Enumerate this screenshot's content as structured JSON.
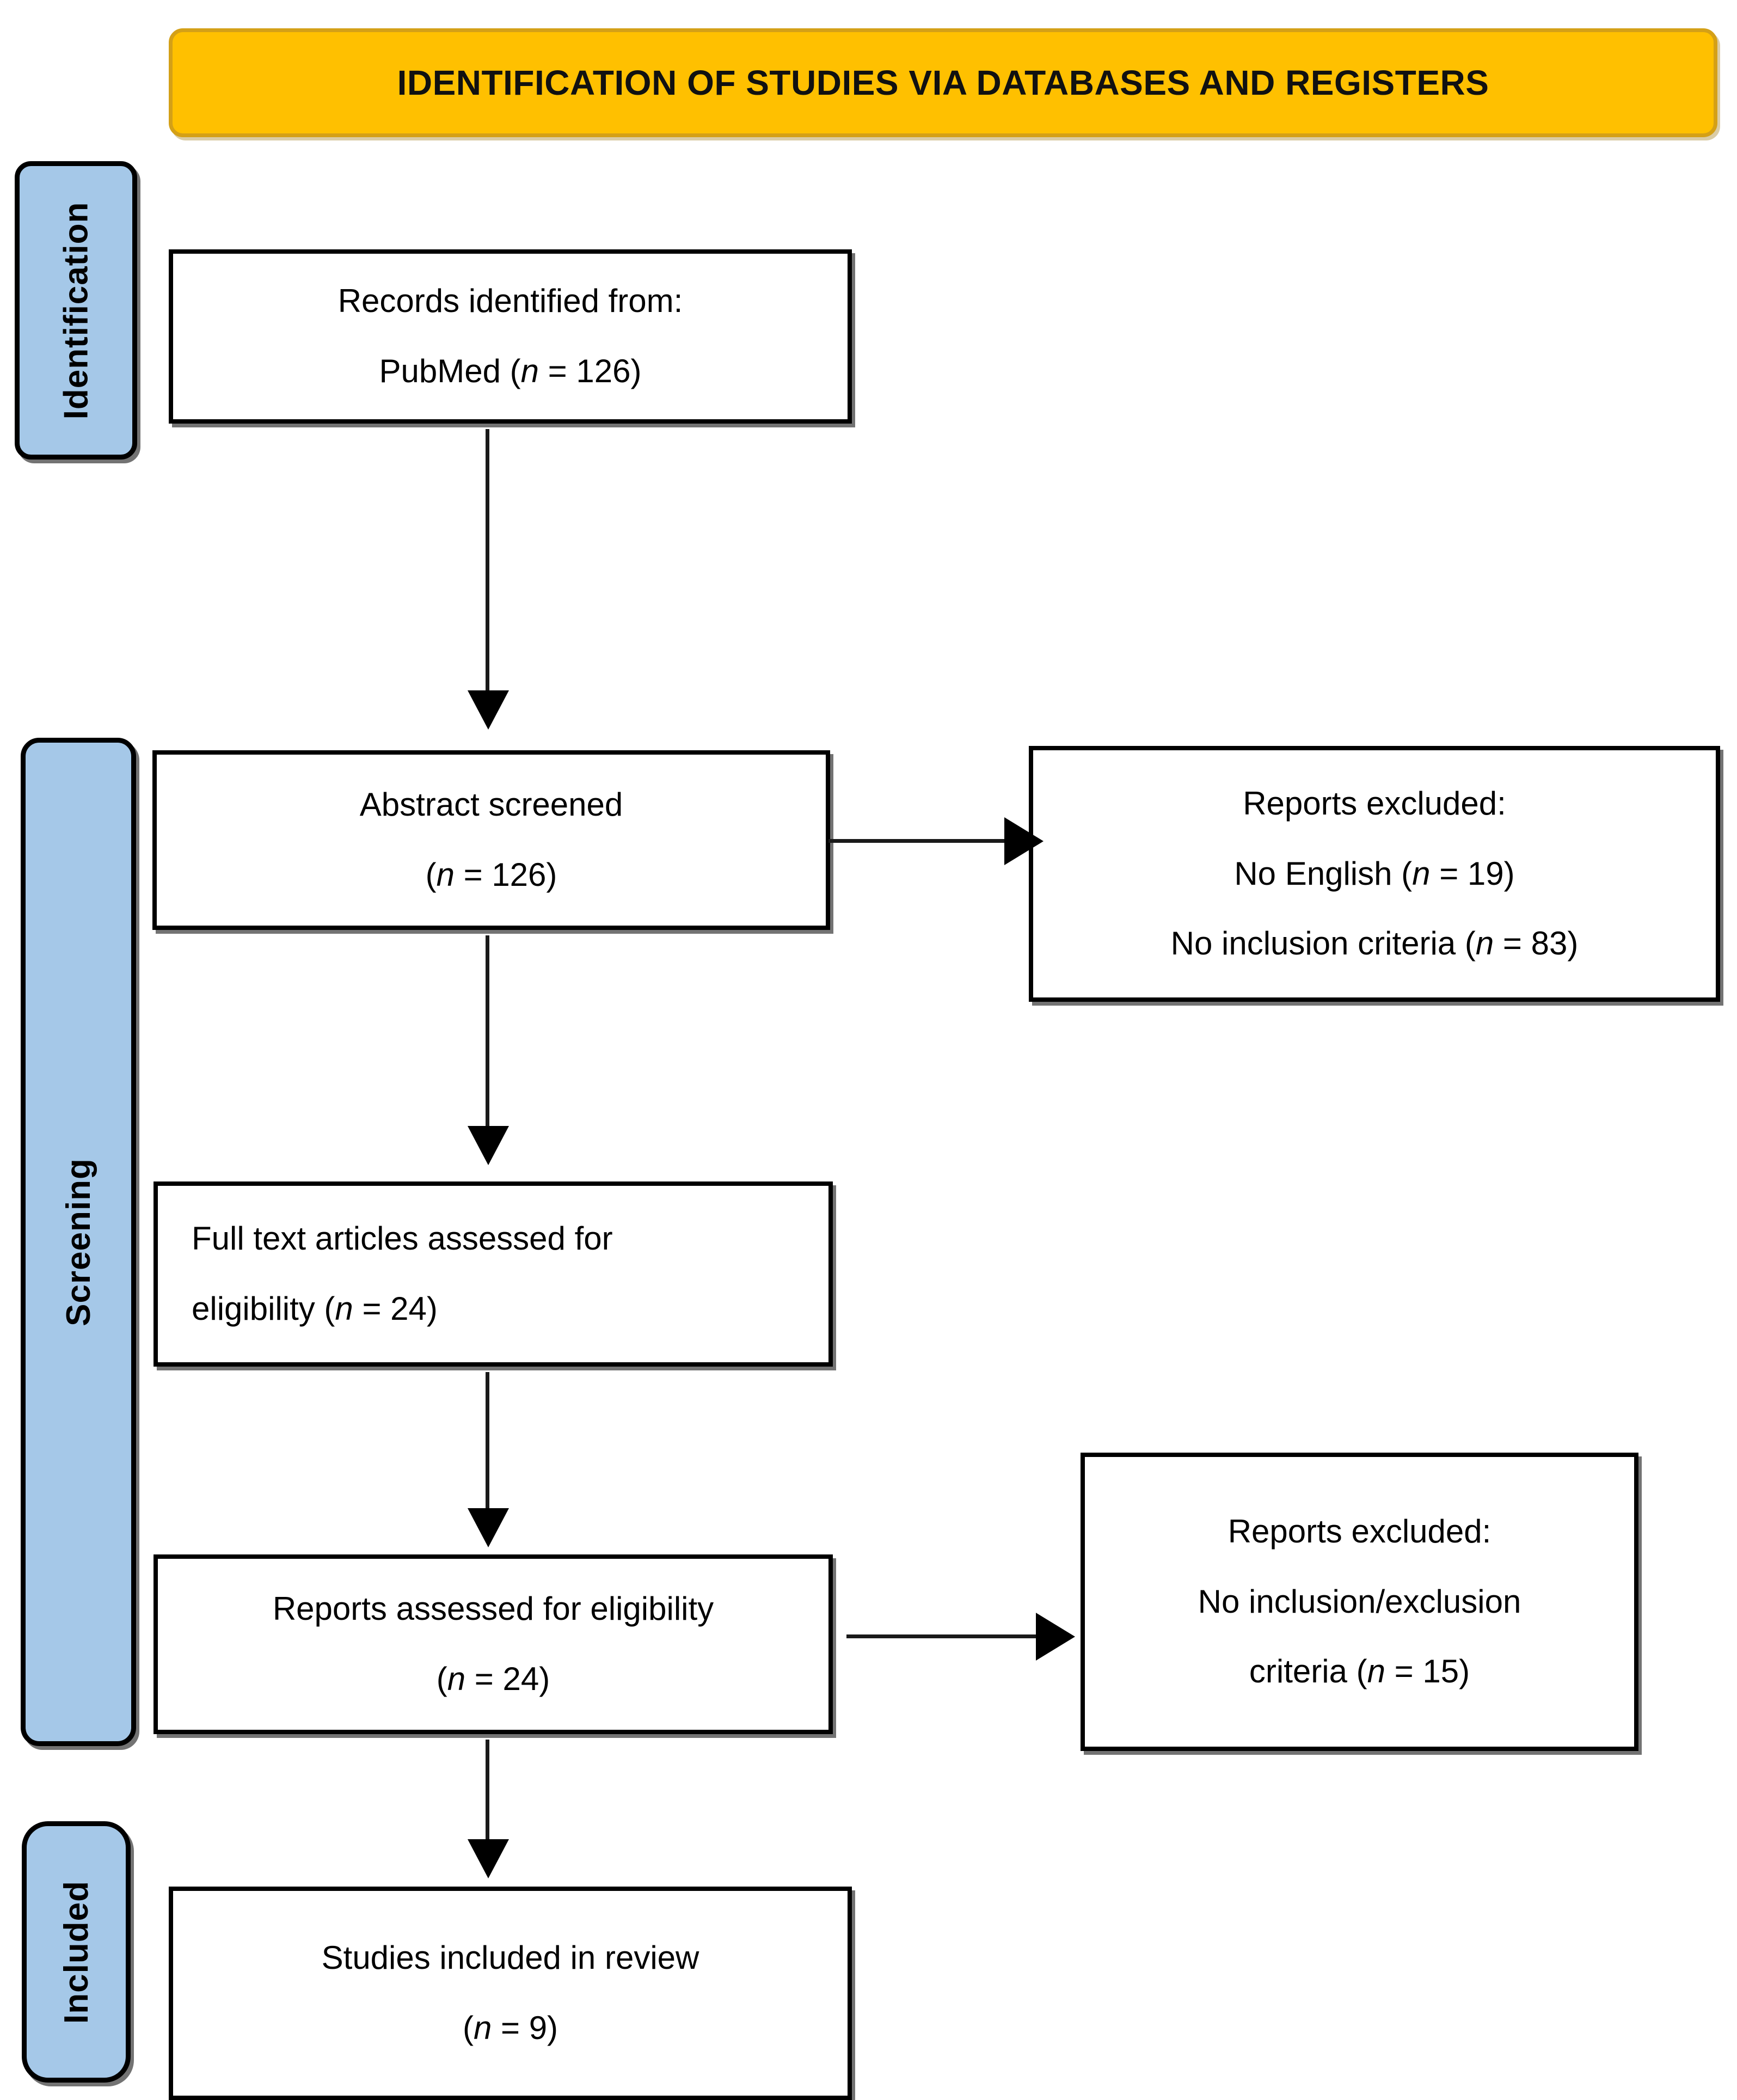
{
  "header": {
    "title": "IDENTIFICATION OF STUDIES VIA DATABASES AND REGISTERS",
    "fill_color": "#FFC000",
    "border_color": "#D4A017"
  },
  "stages": [
    {
      "id": "identification",
      "label": "Identification",
      "fill_color": "#A5C8E8"
    },
    {
      "id": "screening",
      "label": "Screening",
      "fill_color": "#A5C8E8"
    },
    {
      "id": "included",
      "label": "Included",
      "fill_color": "#A5C8E8"
    }
  ],
  "boxes": {
    "identified": {
      "line1": "Records identified from:",
      "line2_pre": "PubMed (",
      "line2_n": "n",
      "line2_post": " = 126)"
    },
    "abstract_screened": {
      "line1": "Abstract screened",
      "line2_pre": "(",
      "line2_n": "n",
      "line2_post": " = 126)"
    },
    "excluded_1": {
      "line1": "Reports excluded:",
      "line2_pre": "No English (",
      "line2_n": "n",
      "line2_post": " = 19)",
      "line3_pre": "No inclusion criteria (",
      "line3_n": "n",
      "line3_post": " = 83)"
    },
    "full_text": {
      "line1": "Full text articles assessed for",
      "line2_pre": "eligibility (",
      "line2_n": "n",
      "line2_post": " = 24)"
    },
    "reports_assessed": {
      "line1": "Reports assessed for eligibility",
      "line2_pre": "(",
      "line2_n": "n",
      "line2_post": " = 24)"
    },
    "excluded_2": {
      "line1": "Reports excluded:",
      "line2": "No inclusion/exclusion",
      "line3_pre": "criteria (",
      "line3_n": "n",
      "line3_post": " = 15)"
    },
    "included": {
      "line1": "Studies included in review",
      "line2_pre": "(",
      "line2_n": "n",
      "line2_post": " = 9)"
    }
  },
  "chart_data": {
    "type": "diagram",
    "title": "IDENTIFICATION OF STUDIES VIA DATABASES AND REGISTERS",
    "diagram_kind": "PRISMA flow diagram",
    "nodes": [
      {
        "id": "identified",
        "stage": "Identification",
        "label": "Records identified from: PubMed",
        "n": 126
      },
      {
        "id": "abstract_screened",
        "stage": "Screening",
        "label": "Abstract screened",
        "n": 126
      },
      {
        "id": "excluded_1",
        "stage": "Screening",
        "label": "Reports excluded: No English",
        "n": 19
      },
      {
        "id": "excluded_1b",
        "stage": "Screening",
        "label": "Reports excluded: No inclusion criteria",
        "n": 83
      },
      {
        "id": "full_text",
        "stage": "Screening",
        "label": "Full text articles assessed for eligibility",
        "n": 24
      },
      {
        "id": "reports_assessed",
        "stage": "Screening",
        "label": "Reports assessed for eligibility",
        "n": 24
      },
      {
        "id": "excluded_2",
        "stage": "Screening",
        "label": "Reports excluded: No inclusion/exclusion criteria",
        "n": 15
      },
      {
        "id": "included",
        "stage": "Included",
        "label": "Studies included in review",
        "n": 9
      }
    ],
    "edges": [
      {
        "from": "identified",
        "to": "abstract_screened",
        "direction": "down"
      },
      {
        "from": "abstract_screened",
        "to": "excluded_1",
        "direction": "right"
      },
      {
        "from": "abstract_screened",
        "to": "full_text",
        "direction": "down"
      },
      {
        "from": "full_text",
        "to": "reports_assessed",
        "direction": "down"
      },
      {
        "from": "reports_assessed",
        "to": "excluded_2",
        "direction": "right"
      },
      {
        "from": "reports_assessed",
        "to": "included",
        "direction": "down"
      }
    ]
  }
}
